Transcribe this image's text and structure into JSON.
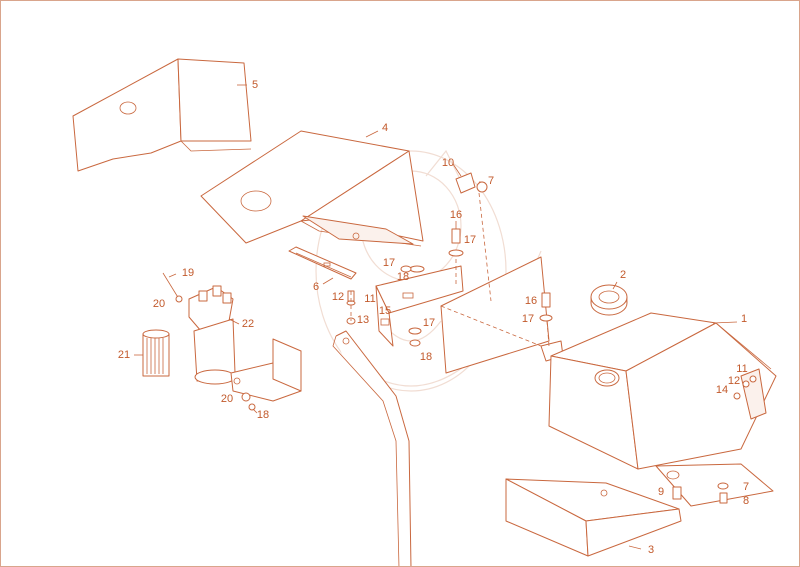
{
  "colors": {
    "line": "#c9683f",
    "text": "#c25a2c",
    "watermark": "#f1ddd3",
    "border": "#d9a58c",
    "background": "#ffffff"
  },
  "callouts": {
    "c1": "1",
    "c2": "2",
    "c3": "3",
    "c4": "4",
    "c5": "5",
    "c6": "6",
    "c7a": "7",
    "c7b": "7",
    "c8": "8",
    "c9": "9",
    "c10": "10",
    "c11a": "11",
    "c11b": "11",
    "c12a": "12",
    "c12b": "12",
    "c13": "13",
    "c14": "14",
    "c15": "15",
    "c16a": "16",
    "c16b": "16",
    "c17a": "17",
    "c17b": "17",
    "c17c": "17",
    "c17d": "17",
    "c18a": "18",
    "c18b": "18",
    "c18c": "18",
    "c19": "19",
    "c20a": "20",
    "c20b": "20",
    "c21": "21",
    "c22": "22"
  }
}
